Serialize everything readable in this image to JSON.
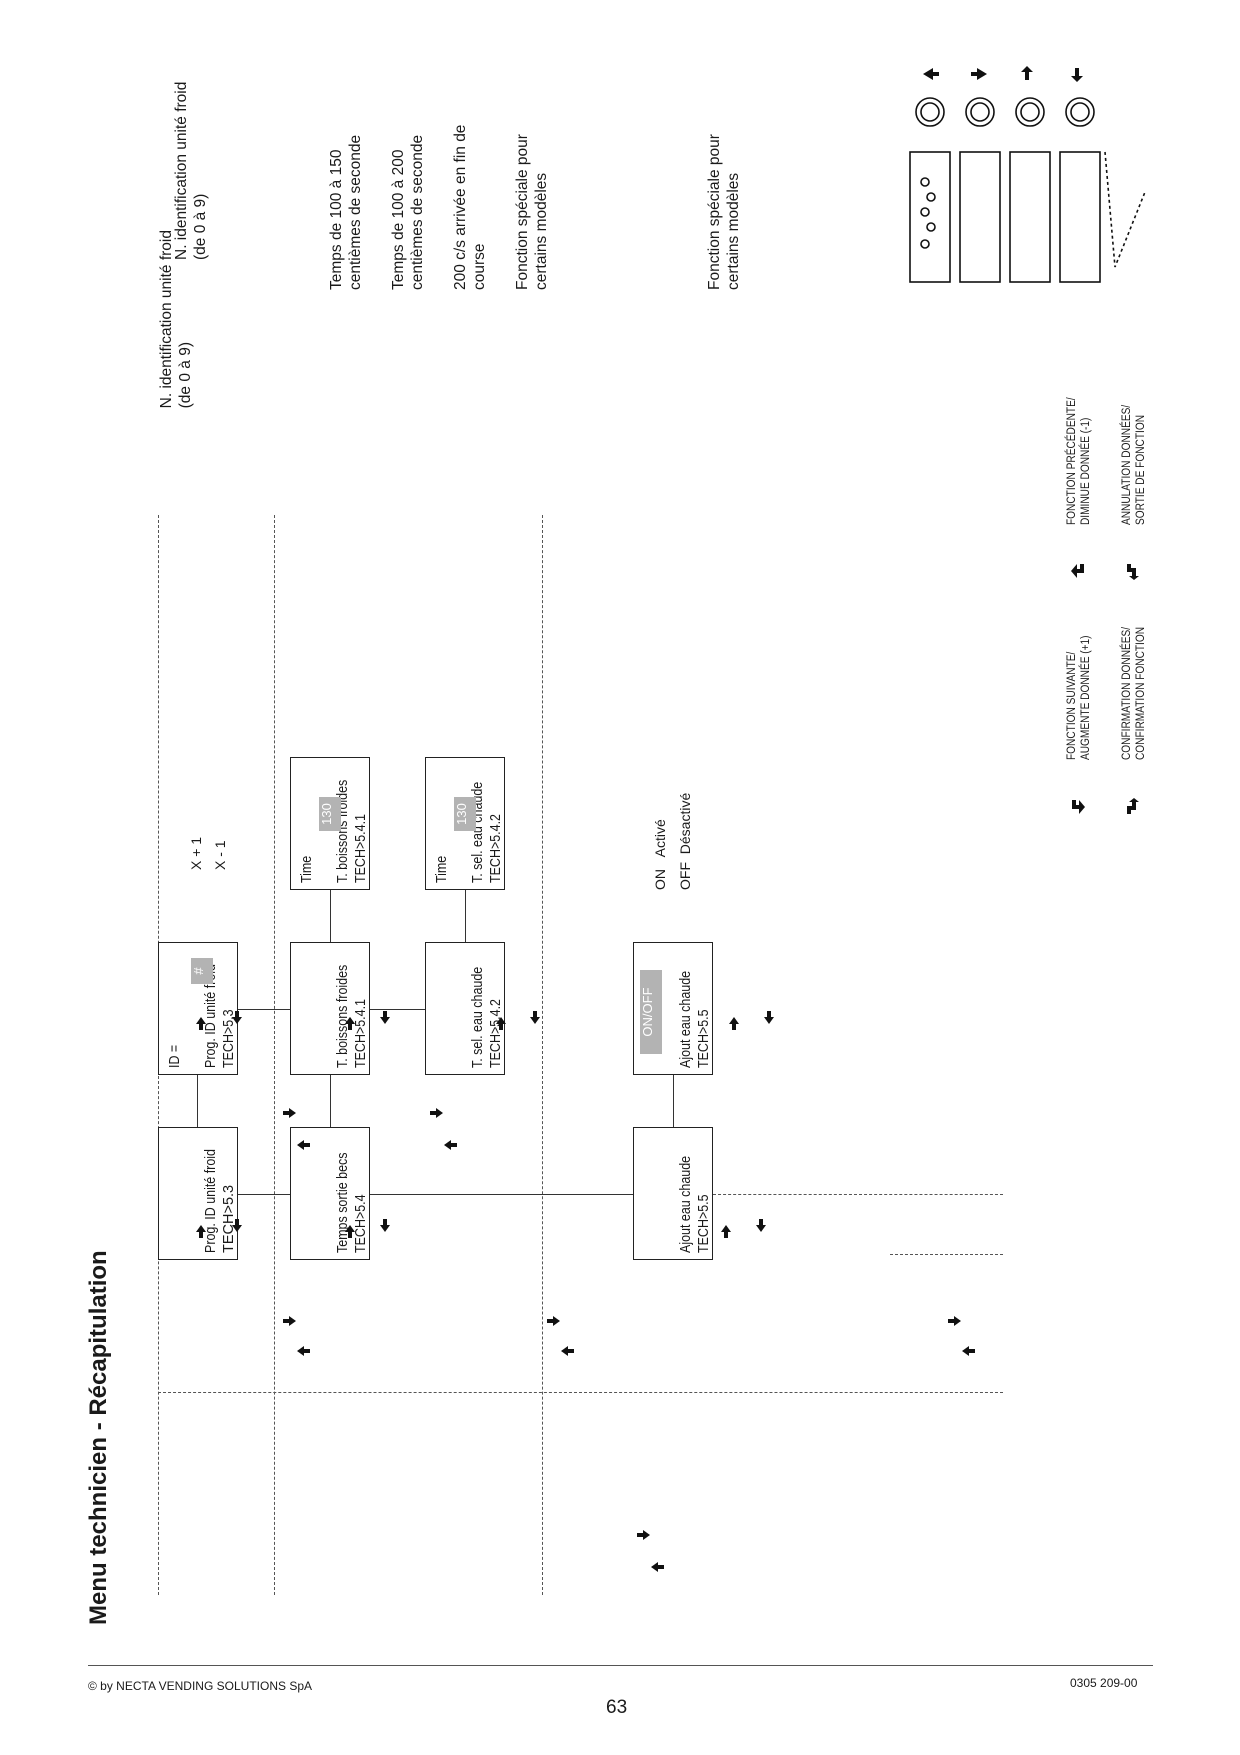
{
  "page": {
    "title": "Menu technicien - Récapitulation",
    "copyright": "© by NECTA VENDING SOLUTIONS SpA",
    "page_number": "63",
    "doc_code": "0305 209-00"
  },
  "boxes": {
    "b53": {
      "code": "TECH>5.3",
      "label": "Prog. ID unité froid"
    },
    "b53p": {
      "code": "TECH>5.3",
      "label": "Prog. ID unité froid",
      "field": "ID =",
      "value": "#"
    },
    "b54": {
      "code": "TECH>5.4",
      "label": "Temps sortie becs"
    },
    "b541": {
      "code": "TECH>5.4.1",
      "label": "T.  boissons froides"
    },
    "b541p": {
      "code": "TECH>5.4.1",
      "label": "T.  boissons froides",
      "field": "Time",
      "value": "130"
    },
    "b542": {
      "code": "TECH>5.4.2",
      "label": "T.  sel. eau chaude"
    },
    "b542p": {
      "code": "TECH>5.4.2",
      "label": "T.  sel. eau chaude",
      "field": "Time",
      "value": "130"
    },
    "b55": {
      "code": "TECH>5.5",
      "label": "Ajout eau chaude"
    },
    "b55p": {
      "code": "TECH>5.5",
      "label": "Ajout eau chaude",
      "value": "ON/OFF"
    }
  },
  "inline_labels": {
    "x_plus": "X + 1",
    "x_minus": "X - 1",
    "on_code": "ON",
    "on_text": "Activé",
    "off_code": "OFF",
    "off_text": "Désactivé"
  },
  "notes": {
    "n1_l1": "N. identification unité froid",
    "n1_l2": "(de 0 à 9)",
    "n2_l1": "Temps de 100 à 150",
    "n2_l2": "centièmes de seconde",
    "n3_l1": "Temps de 100 à 200",
    "n3_l2": "centièmes de seconde",
    "n4_l1": "200 c/s arrivée en fin de",
    "n4_l2": "course",
    "n5_l1": "Fonction spéciale pour",
    "n5_l2": "certains modèles",
    "n6_l1": "Fonction spéciale pour",
    "n6_l2": "certains modèles"
  },
  "legend": {
    "next_l1": "FONCTION SUIVANTE/",
    "next_l2": "AUGMENTE DONNÉE (+1)",
    "prev_l1": "FONCTION PRÉCÉDENTE/",
    "prev_l2": "DIMINUE DONNÉE (-1)",
    "confirm_l1": "CONFIRMATION DONNÉES/",
    "confirm_l2": "CONFIRMATION FONCTION",
    "cancel_l1": "ANNULATION DONNÉES/",
    "cancel_l2": "SORTIE DE FONCTION"
  },
  "icons": {
    "enter": "arrow-enter-icon",
    "exit": "arrow-exit-icon",
    "confirm": "arrow-confirm-icon",
    "cancel": "arrow-cancel-icon",
    "button": "push-button-icon",
    "keypad": "keypad-panel-icon"
  },
  "colors": {
    "line": "#333333",
    "highlight": "#b3b3b3"
  }
}
